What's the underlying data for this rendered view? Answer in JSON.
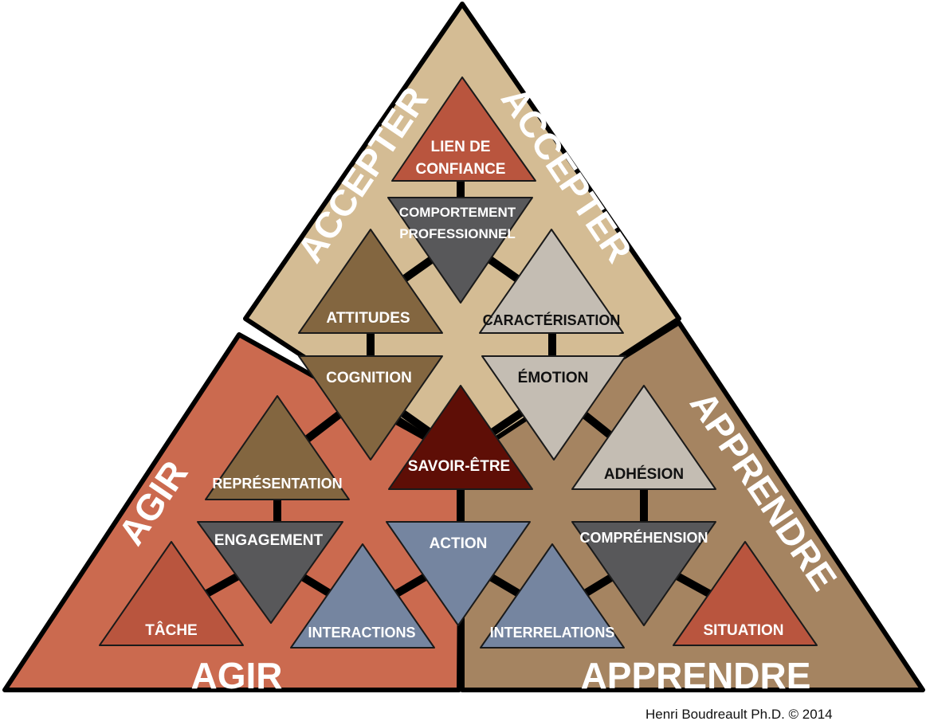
{
  "colors": {
    "accepter_bg": "#d4bc94",
    "agir_bg": "#cb6a4f",
    "apprendre_bg": "#a58461",
    "red": "#b9553e",
    "dark_gray": "#58585a",
    "brown": "#836640",
    "light_gray": "#c4bdb3",
    "dark_red": "#5e0e06",
    "blue": "#7585a0"
  },
  "zones": {
    "accepter": "ACCEPTER",
    "agir": "AGIR",
    "apprendre": "APPRENDRE"
  },
  "nodes": {
    "lien_line1": "LIEN DE",
    "lien_line2": "CONFIANCE",
    "comportement_line1": "COMPORTEMENT",
    "comportement_line2": "PROFESSIONNEL",
    "attitudes": "ATTITUDES",
    "caracterisation": "CARACTÉRISATION",
    "cognition": "COGNITION",
    "emotion": "ÉMOTION",
    "savoir_etre": "SAVOIR-ÊTRE",
    "representation": "REPRÉSENTATION",
    "adhesion": "ADHÉSION",
    "engagement": "ENGAGEMENT",
    "action": "ACTION",
    "comprehension": "COMPRÉHENSION",
    "tache": "TÂCHE",
    "interactions": "INTERACTIONS",
    "interrelations": "INTERRELATIONS",
    "situation": "SITUATION"
  },
  "credit": "Henri Boudreault Ph.D. © 2014"
}
